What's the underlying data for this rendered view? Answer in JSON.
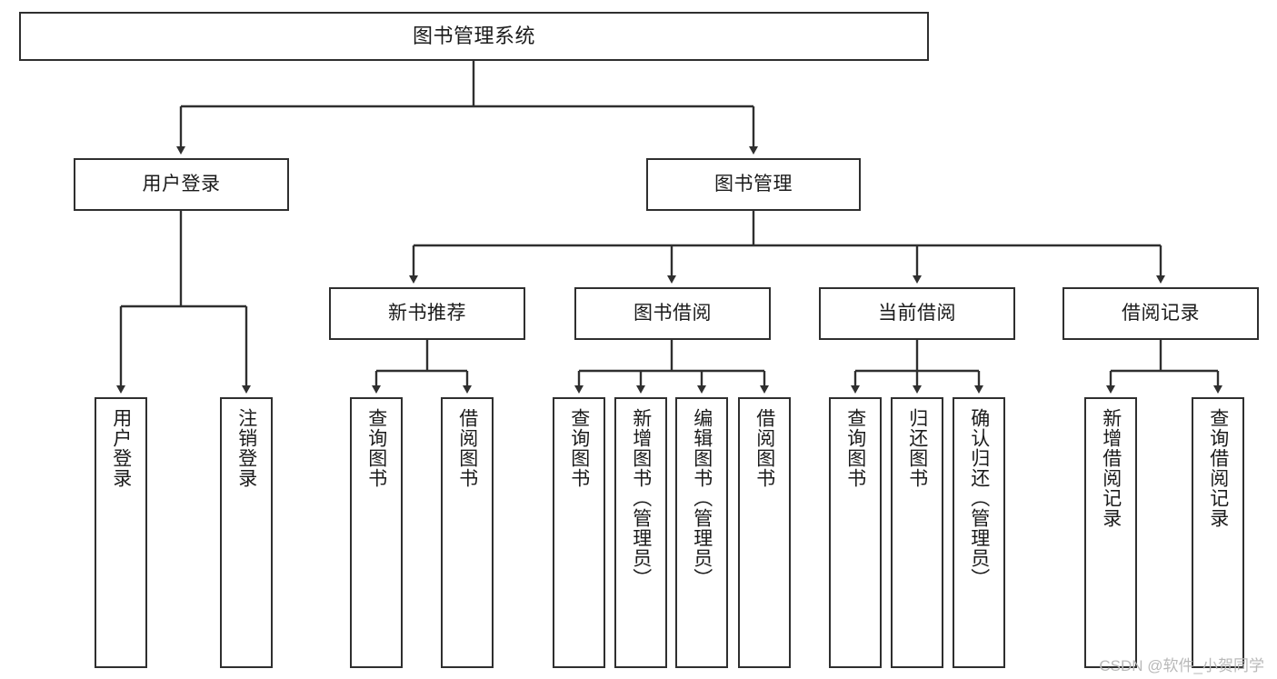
{
  "diagram": {
    "title": "图书管理系统",
    "type": "tree",
    "watermark": "CSDN @软件_小贺同学",
    "colors": {
      "stroke": "#2f2f2f",
      "fill": "#ffffff",
      "text": "#1b1b1b",
      "watermark": "#b9b9b9"
    },
    "nodes": {
      "root": "图书管理系统",
      "level2": [
        "用户登录",
        "图书管理"
      ],
      "level3": [
        "新书推荐",
        "图书借阅",
        "当前借阅",
        "借阅记录"
      ],
      "leaves": {
        "user_login": [
          "用户登录",
          "注销登录"
        ],
        "new_book_recommend": [
          "查询图书",
          "借阅图书"
        ],
        "book_borrow": [
          "查询图书",
          "新增图书（管理员）",
          "编辑图书（管理员）",
          "借阅图书"
        ],
        "current_borrow": [
          "查询图书",
          "归还图书",
          "确认归还（管理员）"
        ],
        "borrow_record": [
          "新增借阅记录",
          "查询借阅记录"
        ]
      }
    }
  }
}
